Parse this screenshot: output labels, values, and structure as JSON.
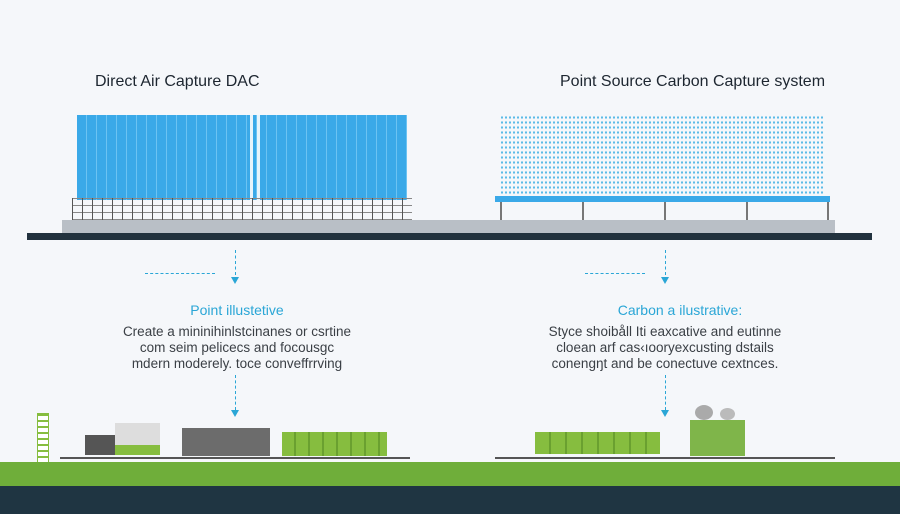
{
  "left": {
    "title": "Direct Air Capture  DAC",
    "subtitle": "Point illustetive",
    "body": [
      "Create a mininihinlstcinanes or csrtine",
      "com seim pelicecs and focousgc",
      "mdern moderely. toce conveffrrving"
    ]
  },
  "right": {
    "title": "Point Source Carbon Capture system",
    "subtitle": "Carbon a ilustrative:",
    "body": [
      "Styce shoibåll Iti eaxcative and eutinne",
      "cloean arf cas‹ıooryexcusting dstails",
      "conengŋt and be conectuve cextnces."
    ]
  },
  "colors": {
    "panel_blue": "#3aa9e8",
    "accent": "#2aa6d6",
    "ground_green": "#6fae3a",
    "ground_dark": "#1f3542"
  }
}
